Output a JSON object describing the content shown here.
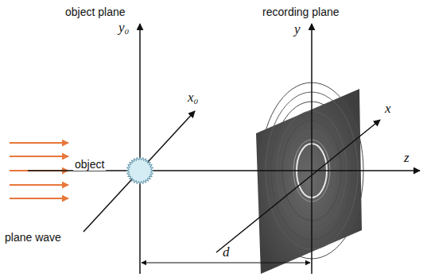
{
  "diagram": {
    "labels": [
      "object plane",
      "y₀",
      "x₀",
      "object",
      "plane wave",
      "recording plane",
      "y",
      "x",
      "z",
      "d"
    ]
  }
}
